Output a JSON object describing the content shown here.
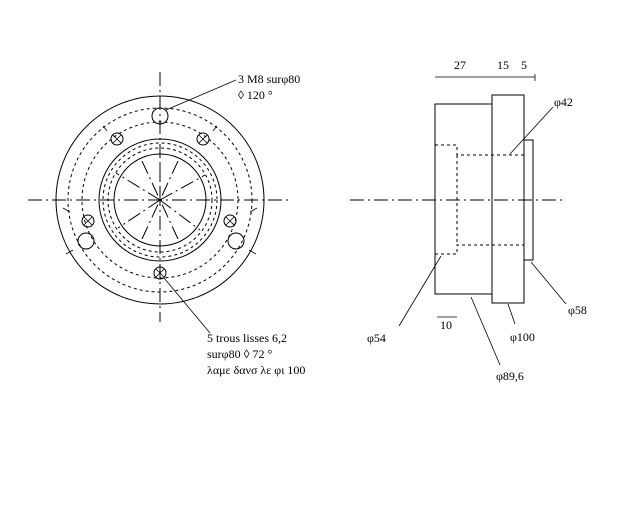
{
  "notes": {
    "top_left_line1": "3 M8 surφ80",
    "top_left_line2": "◊ 120 °",
    "bottom_left_line1": "5 trous lisses 6,2",
    "bottom_left_line2": "surφ80 ◊ 72 °",
    "bottom_left_line3": "λαμε δανσ λε φι 100"
  },
  "dimensions": {
    "d27": "27",
    "d15": "15",
    "d5": "5",
    "phi42": "φ42",
    "phi58": "φ58",
    "phi54": "φ54",
    "d10": "10",
    "phi100": "φ100",
    "phi89_6": "φ89,6"
  }
}
